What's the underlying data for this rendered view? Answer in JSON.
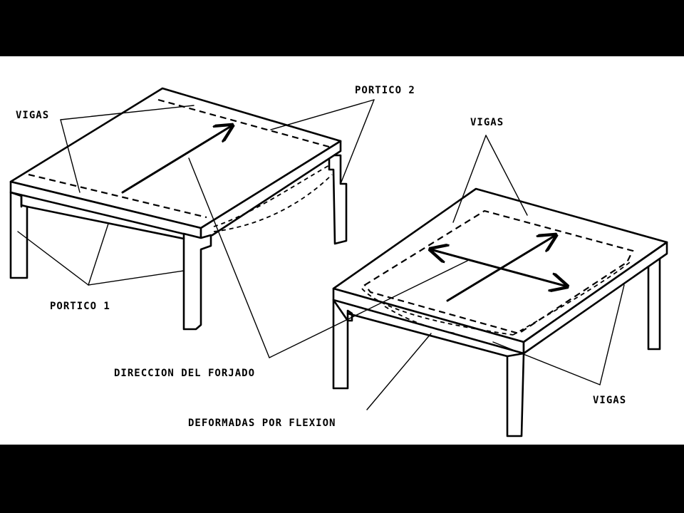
{
  "labels": {
    "vigas_left": "VIGAS",
    "portico_2": "PORTICO 2",
    "vigas_right_top": "VIGAS",
    "portico_1": "PORTICO 1",
    "direccion_forjado": "DIRECCION DEL FORJADO",
    "vigas_right_bottom": "VIGAS",
    "deformadas_flexion": "DEFORMADAS POR FLEXION"
  },
  "colors": {
    "background": "#000000",
    "paper": "#ffffff",
    "ink": "#000000"
  }
}
